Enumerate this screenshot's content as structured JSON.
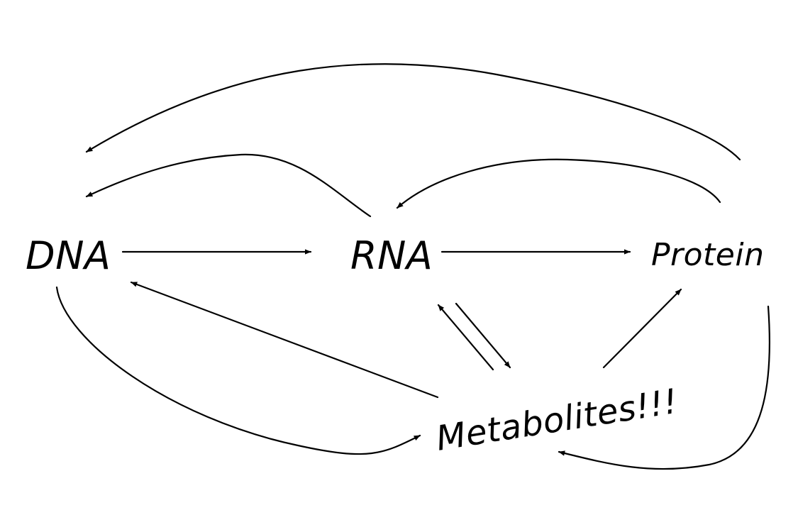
{
  "diagram": {
    "nodes": {
      "dna": "DNA",
      "rna": "RNA",
      "protein": "Protein",
      "metabolites": "Metabolites!!!"
    },
    "edges": [
      {
        "from": "dna",
        "to": "rna"
      },
      {
        "from": "rna",
        "to": "protein"
      },
      {
        "from": "rna",
        "to": "dna"
      },
      {
        "from": "protein",
        "to": "rna"
      },
      {
        "from": "protein",
        "to": "dna"
      },
      {
        "from": "metabolites",
        "to": "dna"
      },
      {
        "from": "dna",
        "to": "metabolites"
      },
      {
        "from": "rna",
        "to": "metabolites"
      },
      {
        "from": "metabolites",
        "to": "rna"
      },
      {
        "from": "metabolites",
        "to": "protein"
      },
      {
        "from": "protein",
        "to": "metabolites"
      }
    ],
    "colors": {
      "stroke": "#000000",
      "background": "#ffffff"
    }
  }
}
